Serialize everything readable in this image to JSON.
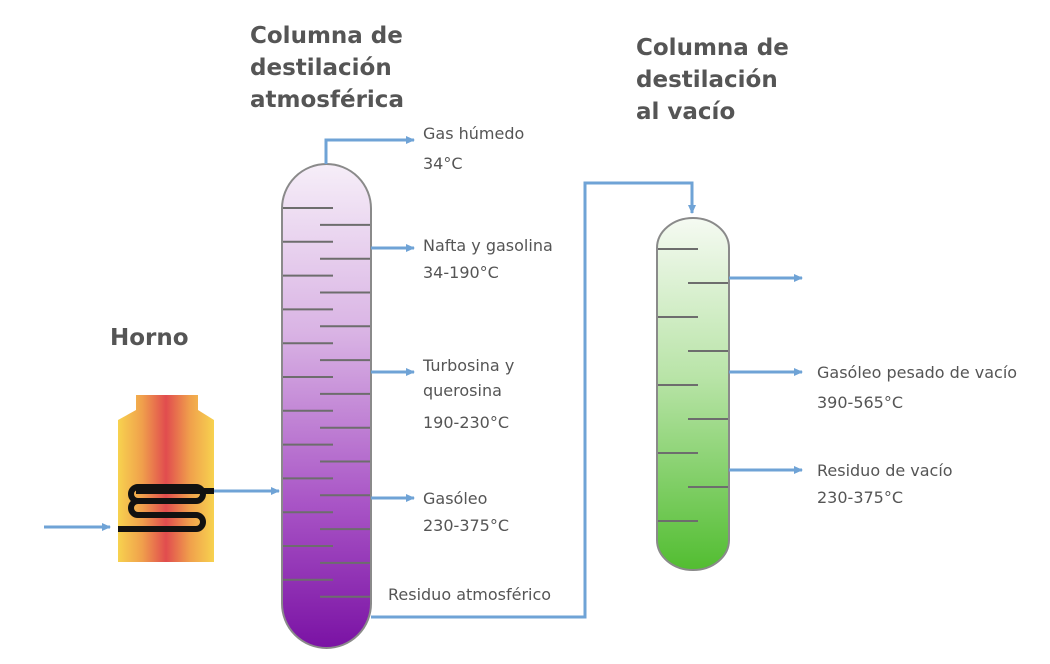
{
  "titles": {
    "atmospheric": [
      "Columna de",
      "destilación",
      "atmosférica"
    ],
    "vacuum": [
      "Columna de",
      "destilación",
      "al vacío"
    ],
    "furnace": "Horno"
  },
  "atmospheric_outputs": [
    {
      "name": "Gas húmedo",
      "temp": "34°C"
    },
    {
      "name": "Nafta y gasolina",
      "temp": "34-190°C"
    },
    {
      "name_lines": [
        "Turbosina y",
        "querosina"
      ],
      "temp": "190-230°C"
    },
    {
      "name": "Gasóleo",
      "temp": "230-375°C"
    }
  ],
  "residue_label": "Residuo atmosférico",
  "vacuum_outputs": [
    {
      "name": "Gasóleo pesado de vacío",
      "temp": "390-565°C"
    },
    {
      "name": "Residuo de vacío",
      "temp": "230-375°C"
    }
  ],
  "colors": {
    "pipe": "#6fa3d6",
    "tray": "#6d6d6d",
    "column_outline": "#8a8a8a",
    "atm_top": "#f4eaf6",
    "atm_bottom": "#7c16a6",
    "vac_top": "#f3f9ef",
    "vac_bottom": "#53be33",
    "furnace_outer": "#f6ce50",
    "furnace_inner": "#e0504a",
    "coil": "#111111",
    "text": "#555555"
  }
}
